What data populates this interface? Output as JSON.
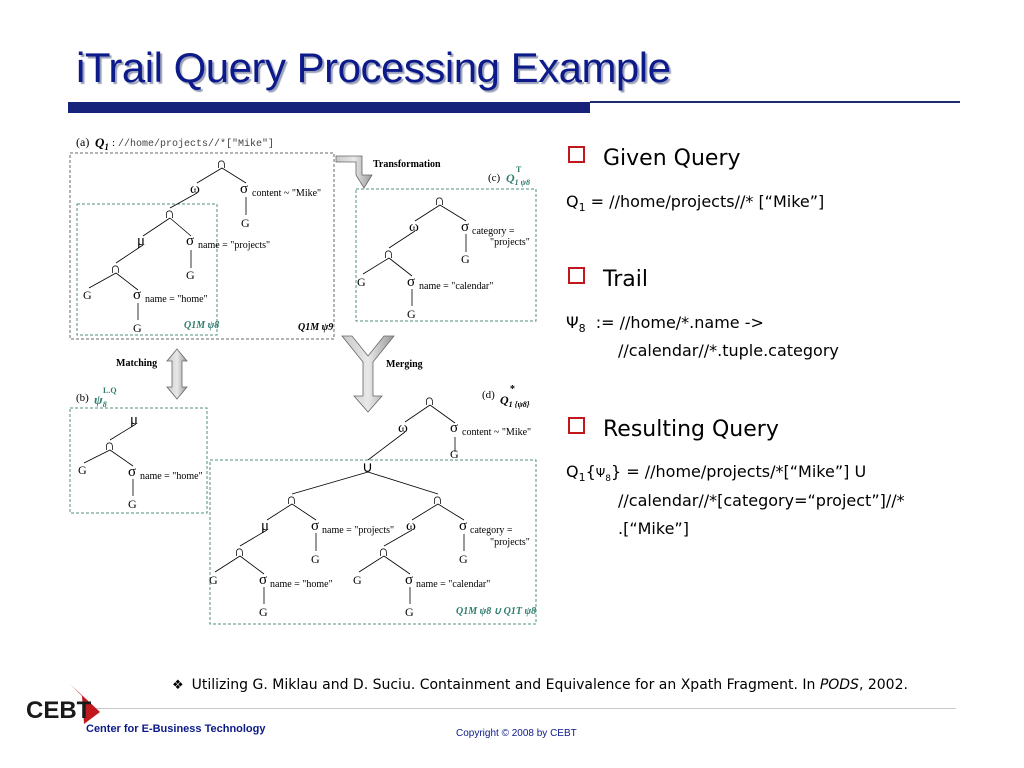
{
  "title": "iTrail Query Processing Example",
  "diagram": {
    "panel_a": {
      "label": "(a)",
      "query": "Q",
      "query_sub": "1",
      "expr": "//home/projects//*[\"Mike\"]"
    },
    "panel_b": {
      "label": "(b)",
      "trail": "ψ",
      "trail_sub": "8",
      "trail_sup": "L.Q"
    },
    "panel_c": {
      "label": "(c)",
      "q": "Q",
      "q_sub": "1 ψ8",
      "q_sup": "T"
    },
    "panel_d": {
      "label": "(d)",
      "q": "Q",
      "q_sub": "1 {ψ8}",
      "q_sup": "*"
    },
    "arrows": {
      "transformation": "Transformation",
      "matching": "Matching",
      "merging": "Merging"
    },
    "nodes": {
      "cap": "∩",
      "omega": "ω",
      "sigma": "σ",
      "mu": "μ",
      "cup": "∪",
      "g": "G",
      "content_mike": "content ~ \"Mike\"",
      "name_projects": "name = \"projects\"",
      "name_home": "name = \"home\"",
      "name_calendar": "name = \"calendar\"",
      "category_projects_1": "category =",
      "category_projects_2": "\"projects\""
    },
    "tags": {
      "q1m_psi8": "Q1M ψ8",
      "q1m_psi9": "Q1M ψ9",
      "q1m_psi8_cup_q1t_psi8": "Q1M ψ8 ∪ Q1T ψ8"
    }
  },
  "bullets": [
    {
      "label": "Given Query"
    },
    {
      "label": "Trail"
    },
    {
      "label": "Resulting Query"
    }
  ],
  "given": {
    "q": "Q",
    "sub": "1",
    "rest": " = //home/projects//* [“Mike”]"
  },
  "trail": {
    "psi": "Ψ",
    "sub": "8",
    "line1": "  := //home/*.name ->",
    "line2": "//calendar//*.tuple.category"
  },
  "result": {
    "q": "Q",
    "sub": "1",
    "brace_open": "{",
    "psi": "Ψ",
    "psi_sub": "8",
    "brace_close": "}",
    "line1": " = //home/projects/*[“Mike”] U",
    "line2": "//calendar//*[category=“project”]//*",
    "line3": ".[“Mike”]"
  },
  "citation": {
    "prefix": "Utilizing G. Miklau and D. Suciu. Containment and Equivalence for an Xpath Fragment. In ",
    "venue": "PODS",
    "suffix": ", 2002."
  },
  "footer": {
    "org": "Center for E-Business Technology",
    "copyright": "Copyright © 2008 by CEBT",
    "logo_text": "CEBT"
  },
  "colors": {
    "title": "#0c1a8a",
    "bar": "#17237a",
    "bullet": "#c0181d",
    "panel_border": "#4f8f80",
    "tag": "#2f7d6e"
  }
}
